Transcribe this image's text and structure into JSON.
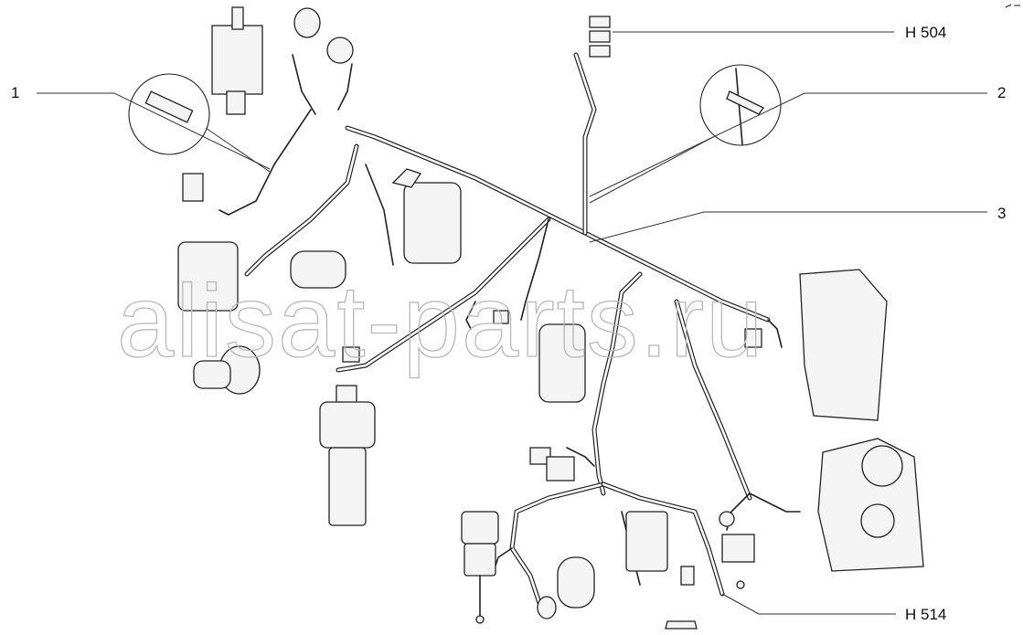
{
  "diagram": {
    "type": "exploded wiring harness parts diagram",
    "callouts": [
      {
        "id": "1",
        "label": "1"
      },
      {
        "id": "2",
        "label": "2"
      },
      {
        "id": "3",
        "label": "3"
      },
      {
        "id": "h504",
        "label": "H 504"
      },
      {
        "id": "h514",
        "label": "H 514"
      }
    ],
    "watermark": "alisat-parts.ru",
    "colors": {
      "line": "#222222",
      "background": "#ffffff",
      "watermark": "#b8b8b8"
    }
  }
}
